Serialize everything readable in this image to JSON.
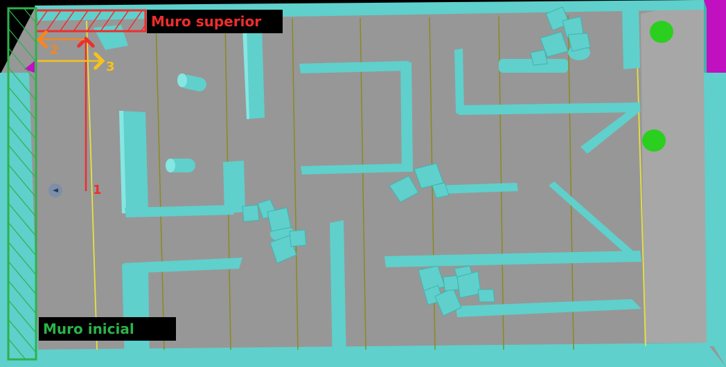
{
  "colors": {
    "floor": "#979797",
    "wall": "#5fd0cc",
    "wall_dark": "#44b2ae",
    "wall_light": "#86e6e2",
    "guide_line": "#8a8a1e",
    "yellow_line": "#e8e23a",
    "goal": "#2bcf1f",
    "red": "#ee2d2d",
    "orange": "#f5861f",
    "yellow": "#f7c21b",
    "green": "#2bb34a",
    "magenta": "#c010c0"
  },
  "labels": {
    "top_wall": "Muro superior",
    "start_wall": "Muro inicial"
  },
  "steps": {
    "step1": "1",
    "step2": "2",
    "step3": "3"
  },
  "icons": {
    "robot": "robot-icon",
    "goal": "goal-marker"
  }
}
